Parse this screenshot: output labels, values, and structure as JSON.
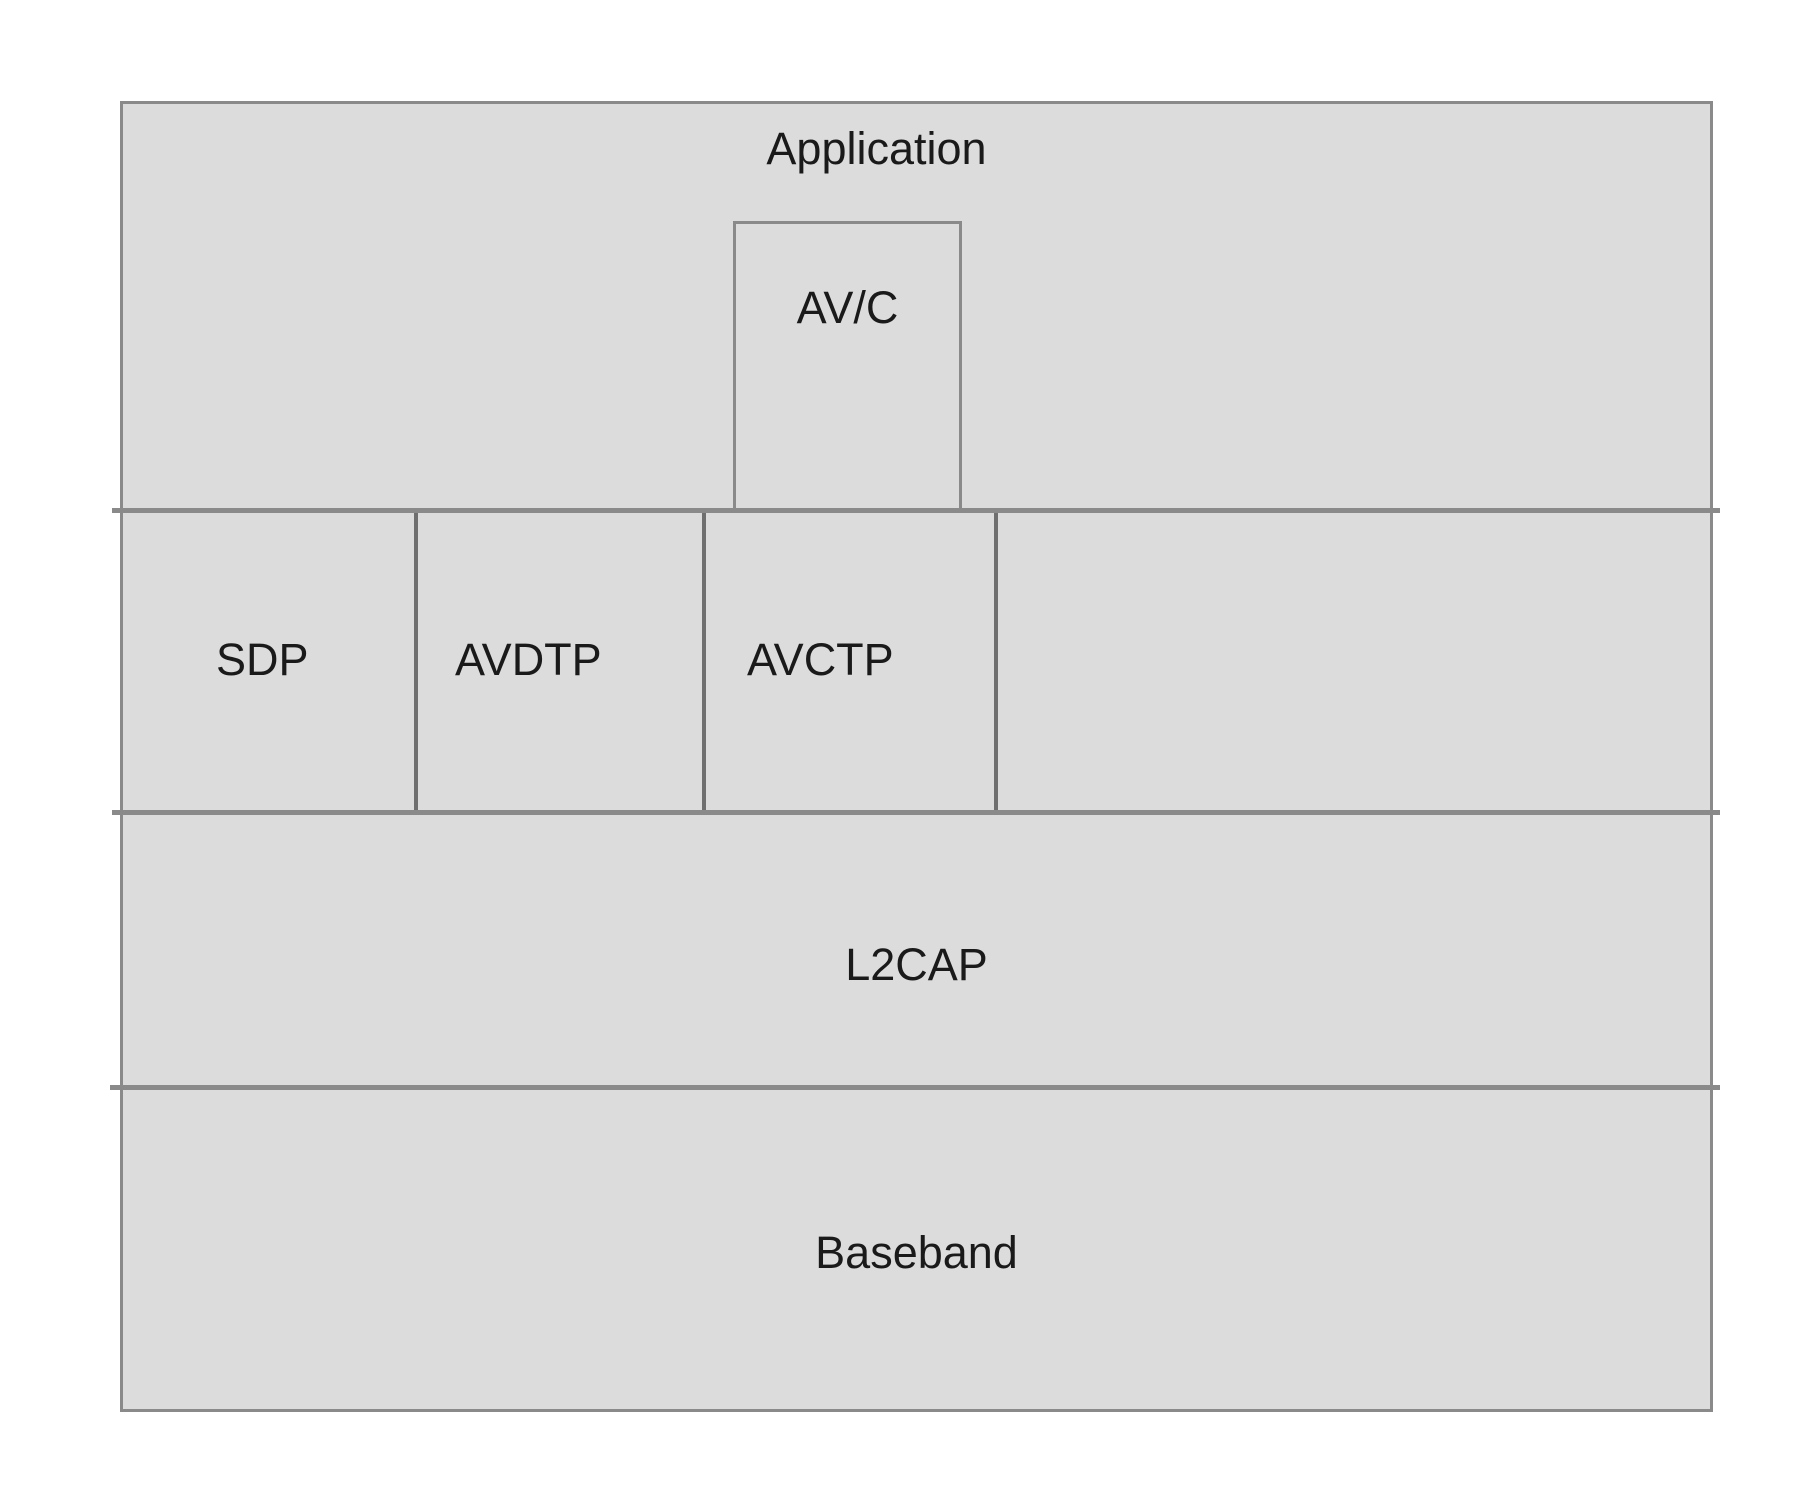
{
  "diagram": {
    "type": "layered-protocol-stack",
    "title": "",
    "colors": {
      "fill": "#dcdcdc",
      "border": "#8a8a8a",
      "divider": "#6f6f6f",
      "text": "#1a1a1a",
      "page_background": "#ffffff"
    },
    "layers": [
      {
        "id": "application",
        "label": "Application",
        "order": 1,
        "nested": [
          {
            "id": "avc",
            "label": "AV/C"
          }
        ]
      },
      {
        "id": "protocols",
        "label": "",
        "order": 2,
        "cells": [
          {
            "id": "sdp",
            "label": "SDP"
          },
          {
            "id": "avdtp",
            "label": "AVDTP"
          },
          {
            "id": "avctp",
            "label": "AVCTP"
          },
          {
            "id": "empty",
            "label": ""
          }
        ]
      },
      {
        "id": "l2cap",
        "label": "L2CAP",
        "order": 3
      },
      {
        "id": "baseband",
        "label": "Baseband",
        "order": 4
      }
    ]
  }
}
